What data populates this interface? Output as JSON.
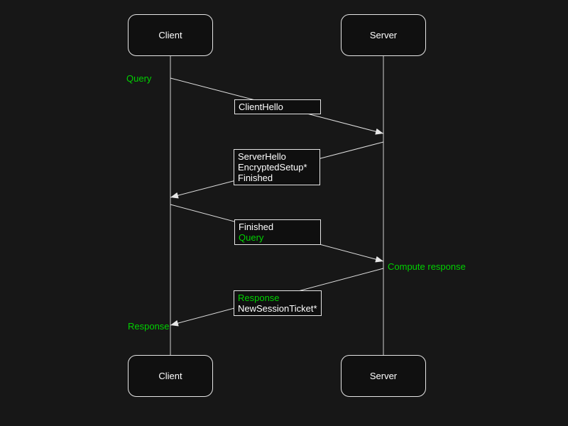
{
  "diagram": {
    "type": "sequence",
    "actors": {
      "client": "Client",
      "server": "Server"
    },
    "messages": [
      {
        "from": "Client",
        "to": "Server",
        "lines": [
          {
            "text": "ClientHello",
            "color": "#ffffff"
          }
        ]
      },
      {
        "from": "Server",
        "to": "Client",
        "lines": [
          {
            "text": "ServerHello",
            "color": "#ffffff"
          },
          {
            "text": "EncryptedSetup*",
            "color": "#ffffff"
          },
          {
            "text": "Finished",
            "color": "#ffffff"
          }
        ]
      },
      {
        "from": "Client",
        "to": "Server",
        "lines": [
          {
            "text": "Finished",
            "color": "#ffffff"
          },
          {
            "text": "Query",
            "color": "#00d000"
          }
        ]
      },
      {
        "from": "Server",
        "to": "Client",
        "lines": [
          {
            "text": "Response",
            "color": "#00d000"
          },
          {
            "text": "NewSessionTicket*",
            "color": "#ffffff"
          }
        ]
      }
    ],
    "annotations": [
      {
        "text": "Query",
        "color": "#00d000"
      },
      {
        "text": "Compute response",
        "color": "#00d000"
      },
      {
        "text": "Response",
        "color": "#00d000"
      }
    ]
  },
  "theme": {
    "background": "#171717",
    "shape_fill": "#101010",
    "stroke": "#e6e6e6",
    "text_white": "#ffffff",
    "accent_green": "#00d000"
  }
}
